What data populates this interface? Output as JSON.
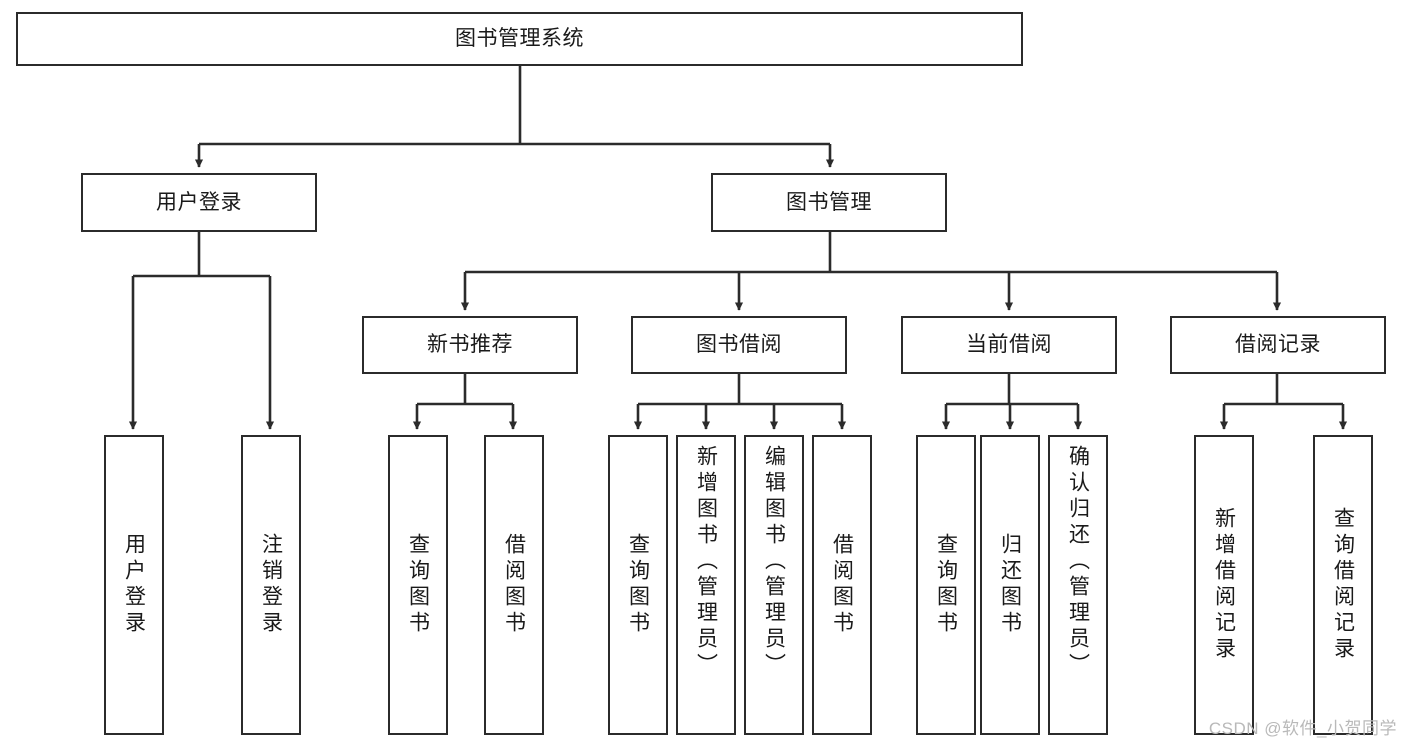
{
  "diagram": {
    "type": "tree-hierarchy-diagram",
    "title_node": {
      "label": "图书管理系统"
    },
    "level2": [
      {
        "id": "user-login",
        "label": "用户登录"
      },
      {
        "id": "book-management",
        "label": "图书管理"
      }
    ],
    "level3": [
      {
        "id": "new-book-recommend",
        "label": "新书推荐",
        "parent": "book-management"
      },
      {
        "id": "book-borrow",
        "label": "图书借阅",
        "parent": "book-management"
      },
      {
        "id": "current-borrow",
        "label": "当前借阅",
        "parent": "book-management"
      },
      {
        "id": "borrow-record",
        "label": "借阅记录",
        "parent": "book-management"
      }
    ],
    "leaves": {
      "user-login": [
        {
          "id": "leaf-user-login",
          "label": "用户登录"
        },
        {
          "id": "leaf-logout-login",
          "label": "注销登录"
        }
      ],
      "new-book-recommend": [
        {
          "id": "leaf-query-book-1",
          "label": "查询图书"
        },
        {
          "id": "leaf-borrow-book-1",
          "label": "借阅图书"
        }
      ],
      "book-borrow": [
        {
          "id": "leaf-query-book-2",
          "label": "查询图书"
        },
        {
          "id": "leaf-add-book",
          "label": "新增图书（管理员）"
        },
        {
          "id": "leaf-edit-book",
          "label": "编辑图书（管理员）"
        },
        {
          "id": "leaf-borrow-book-2",
          "label": "借阅图书"
        }
      ],
      "current-borrow": [
        {
          "id": "leaf-query-book-3",
          "label": "查询图书"
        },
        {
          "id": "leaf-return-book",
          "label": "归还图书"
        },
        {
          "id": "leaf-confirm-return",
          "label": "确认归还（管理员）"
        }
      ],
      "borrow-record": [
        {
          "id": "leaf-add-record",
          "label": "新增借阅记录"
        },
        {
          "id": "leaf-query-record",
          "label": "查询借阅记录"
        }
      ]
    },
    "colors": {
      "stroke": "#2b2b2b",
      "fill": "#ffffff",
      "text": "#1a1a1a",
      "watermark": "#b9b9b9"
    }
  },
  "watermark": {
    "text": "CSDN @软件_小贺同学"
  }
}
